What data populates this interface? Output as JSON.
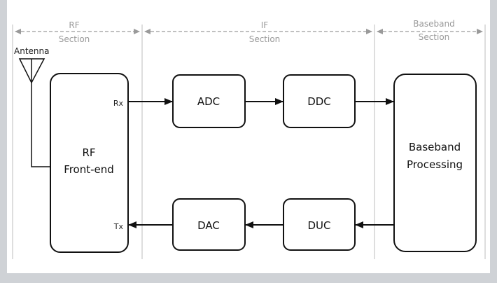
{
  "sections": {
    "rf": {
      "line1": "RF",
      "line2": "Section"
    },
    "if": {
      "line1": "IF",
      "line2": "Section"
    },
    "baseband": {
      "line1": "Baseband",
      "line2": "Section"
    }
  },
  "antenna": {
    "label": "Antenna"
  },
  "blocks": {
    "rf_frontend": {
      "line1": "RF",
      "line2": "Front-end"
    },
    "adc": "ADC",
    "ddc": "DDC",
    "dac": "DAC",
    "duc": "DUC",
    "baseband": {
      "line1": "Baseband",
      "line2": "Processing"
    }
  },
  "ports": {
    "rx": "Rx",
    "tx": "Tx"
  }
}
